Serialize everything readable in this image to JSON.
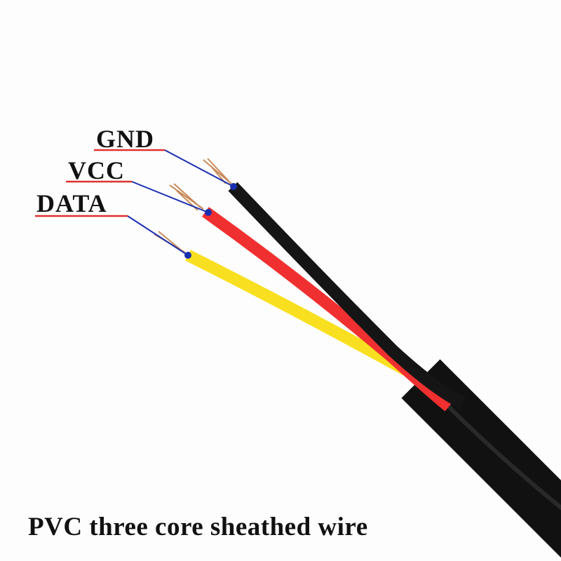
{
  "labels": {
    "gnd": "GND",
    "vcc": "VCC",
    "data": "DATA"
  },
  "caption": "PVC three core sheathed wire",
  "colors": {
    "underline": "#e03030",
    "leader": "#1a2fb0",
    "gnd_wire": "#151515",
    "vcc_wire": "#f03030",
    "data_wire": "#f8e020",
    "sheath": "#111111",
    "copper": "#c98a5a"
  }
}
